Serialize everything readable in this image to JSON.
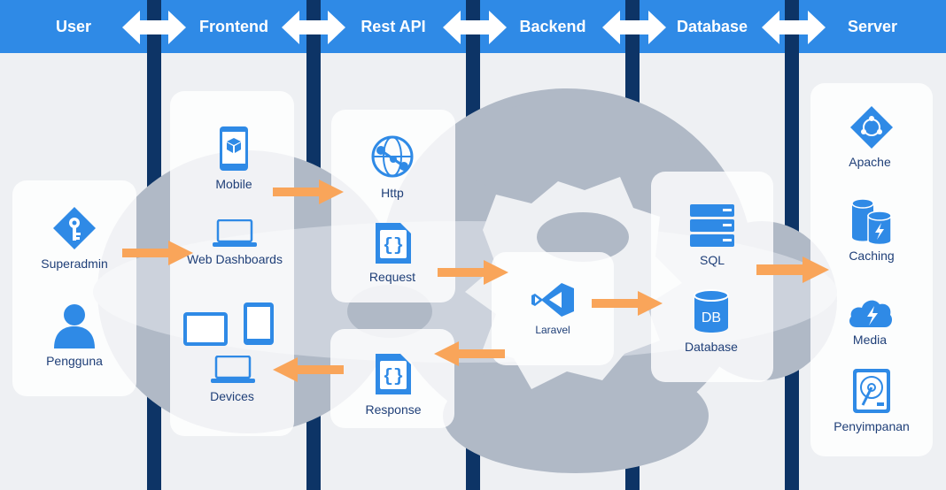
{
  "columns": {
    "user": "User",
    "frontend": "Frontend",
    "rest_api": "Rest API",
    "backend": "Backend",
    "database": "Database",
    "server": "Server"
  },
  "user": {
    "superadmin": "Superadmin",
    "pengguna": "Pengguna"
  },
  "frontend": {
    "mobile": "Mobile",
    "web_dashboards": "Web Dashboards",
    "devices": "Devices"
  },
  "rest_api": {
    "http": "Http",
    "request": "Request",
    "response": "Response"
  },
  "backend": {
    "laravel": "Laravel"
  },
  "database": {
    "sql": "SQL",
    "database": "Database",
    "db_glyph": "DB"
  },
  "server": {
    "apache": "Apache",
    "caching": "Caching",
    "media": "Media",
    "penyimpanan": "Penyimpanan"
  },
  "colors": {
    "header": "#2f8ae6",
    "divider": "#0d3466",
    "column_bg": "#eef0f3",
    "icon": "#2f8ae6",
    "arrow": "#f9a55a",
    "text": "#1f3f78"
  }
}
